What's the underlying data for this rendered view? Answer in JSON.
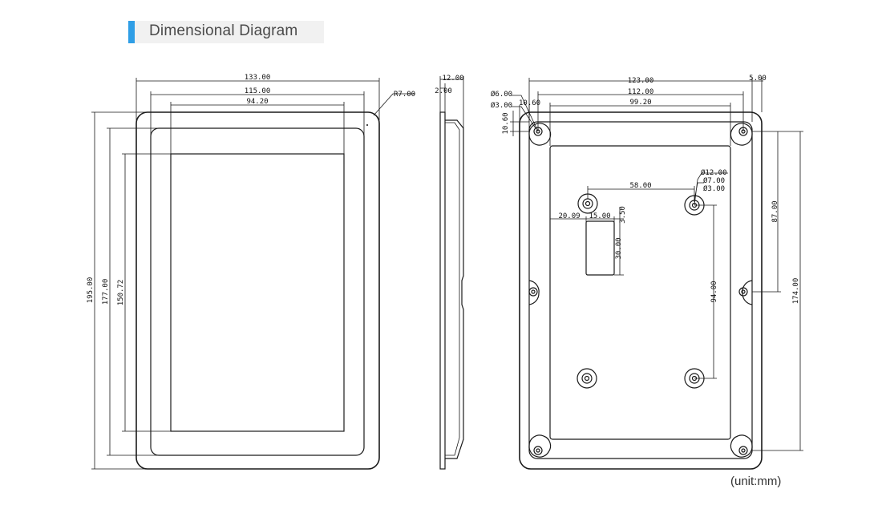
{
  "header": {
    "title": "Dimensional Diagram",
    "accent_color": "#2f9ee6"
  },
  "unit_label": "(unit:mm)",
  "front": {
    "width_outer": "133.00",
    "width_mid": "115.00",
    "width_active": "94.20",
    "height_outer": "195.00",
    "height_mid": "177.00",
    "height_active": "150.72",
    "radius": "R7.00"
  },
  "side": {
    "depth": "12.00",
    "step": "2.00"
  },
  "back": {
    "width_total": "123.00",
    "width_holes": "112.00",
    "width_plate": "99.20",
    "edge": "5.00",
    "hole_d6": "Ø6.00",
    "hole_d3": "Ø3.00",
    "offset_x": "10.60",
    "offset_y": "10.60",
    "boss_d12": "Ø12.00",
    "boss_d7": "Ø7.00",
    "boss_d3": "Ø3.00",
    "boss_spacing_x": "58.00",
    "boss_spacing_y": "94.00",
    "hole_spacing_y_half": "87.00",
    "hole_spacing_y": "174.00",
    "cutout_offset": "20.09",
    "cutout_width": "15.00",
    "cutout_gap": "3.50",
    "cutout_height": "30.00"
  }
}
